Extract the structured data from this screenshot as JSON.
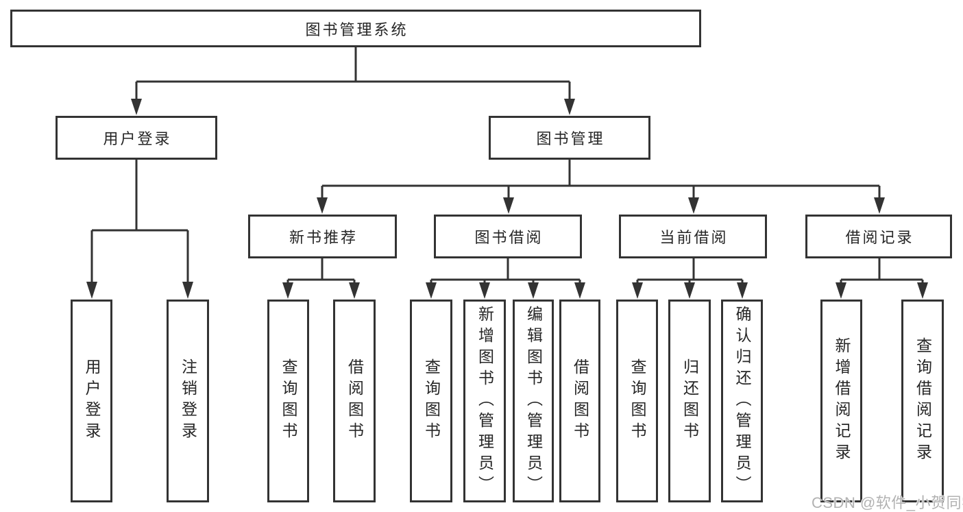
{
  "diagram": {
    "type": "hierarchy-tree",
    "colors": {
      "line": "#333333",
      "box_border": "#333333",
      "text": "#262626",
      "background": "#ffffff",
      "watermark": "#b2b2b2"
    }
  },
  "watermark": {
    "text": "CSDN @软件_小贺同学"
  },
  "nodes": {
    "root": "图书管理系统",
    "user_login": "用户登录",
    "book_mgmt": "图书管理",
    "new_book_rec": "新书推荐",
    "book_borrow": "图书借阅",
    "current_borrow": "当前借阅",
    "borrow_records": "借阅记录",
    "leaf_user_login": "用户登录",
    "leaf_logout": "注销登录",
    "leaf_rec_query": "查询图书",
    "leaf_rec_borrow": "借阅图书",
    "leaf_bb_query": "查询图书",
    "leaf_bb_add": "新增图书（管理员）",
    "leaf_bb_edit": "编辑图书（管理员）",
    "leaf_bb_borrow": "借阅图书",
    "leaf_cb_query": "查询图书",
    "leaf_cb_return": "归还图书",
    "leaf_cb_confirm": "确认归还（管理员）",
    "leaf_br_add": "新增借阅记录",
    "leaf_br_query": "查询借阅记录"
  },
  "hierarchy": {
    "label": "图书管理系统",
    "children": [
      {
        "label": "用户登录",
        "children": [
          {
            "label": "用户登录"
          },
          {
            "label": "注销登录"
          }
        ]
      },
      {
        "label": "图书管理",
        "children": [
          {
            "label": "新书推荐",
            "children": [
              {
                "label": "查询图书"
              },
              {
                "label": "借阅图书"
              }
            ]
          },
          {
            "label": "图书借阅",
            "children": [
              {
                "label": "查询图书"
              },
              {
                "label": "新增图书（管理员）"
              },
              {
                "label": "编辑图书（管理员）"
              },
              {
                "label": "借阅图书"
              }
            ]
          },
          {
            "label": "当前借阅",
            "children": [
              {
                "label": "查询图书"
              },
              {
                "label": "归还图书"
              },
              {
                "label": "确认归还（管理员）"
              }
            ]
          },
          {
            "label": "借阅记录",
            "children": [
              {
                "label": "新增借阅记录"
              },
              {
                "label": "查询借阅记录"
              }
            ]
          }
        ]
      }
    ]
  }
}
